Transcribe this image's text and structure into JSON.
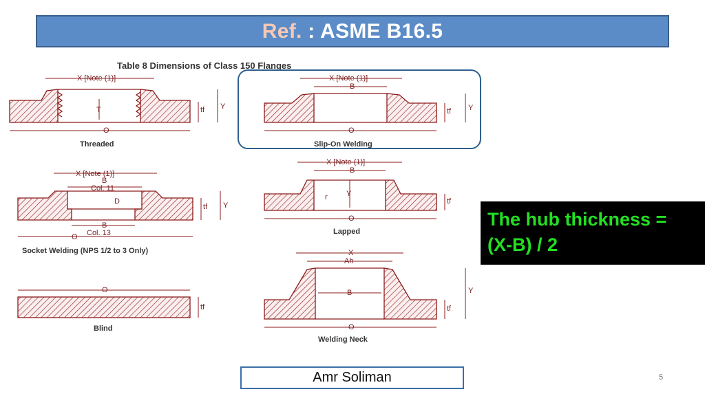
{
  "header": {
    "ref_label": "Ref.",
    "title_rest": " : ASME B16.5"
  },
  "diagram": {
    "table_title": "Table 8    Dimensions of Class 150 Flanges",
    "figures": {
      "threaded": "Threaded",
      "slip_on": "Slip-On Welding",
      "socket": "Socket Welding (NPS 1/2 to 3 Only)",
      "lapped": "Lapped",
      "blind": "Blind",
      "weld_neck": "Welding Neck"
    },
    "dims": {
      "x_note": "X [Note (1)]",
      "x": "X",
      "o": "O",
      "b": "B",
      "t": "T",
      "tf": "tf",
      "y": "Y",
      "d": "D",
      "r": "r",
      "ah": "Ah",
      "b_col11": "B",
      "col11": "Col. 11",
      "b_col13": "B",
      "col13": "Col. 13"
    }
  },
  "callout": {
    "line1": "The hub thickness =",
    "line2": "(X-B) / 2"
  },
  "footer": {
    "author": "Amr Soliman",
    "page_number": "5"
  },
  "colors": {
    "title_bar": "#5b8cc7",
    "callout_bg": "#000000",
    "callout_text": "#22e022",
    "drawing": "#8b1a1a"
  }
}
